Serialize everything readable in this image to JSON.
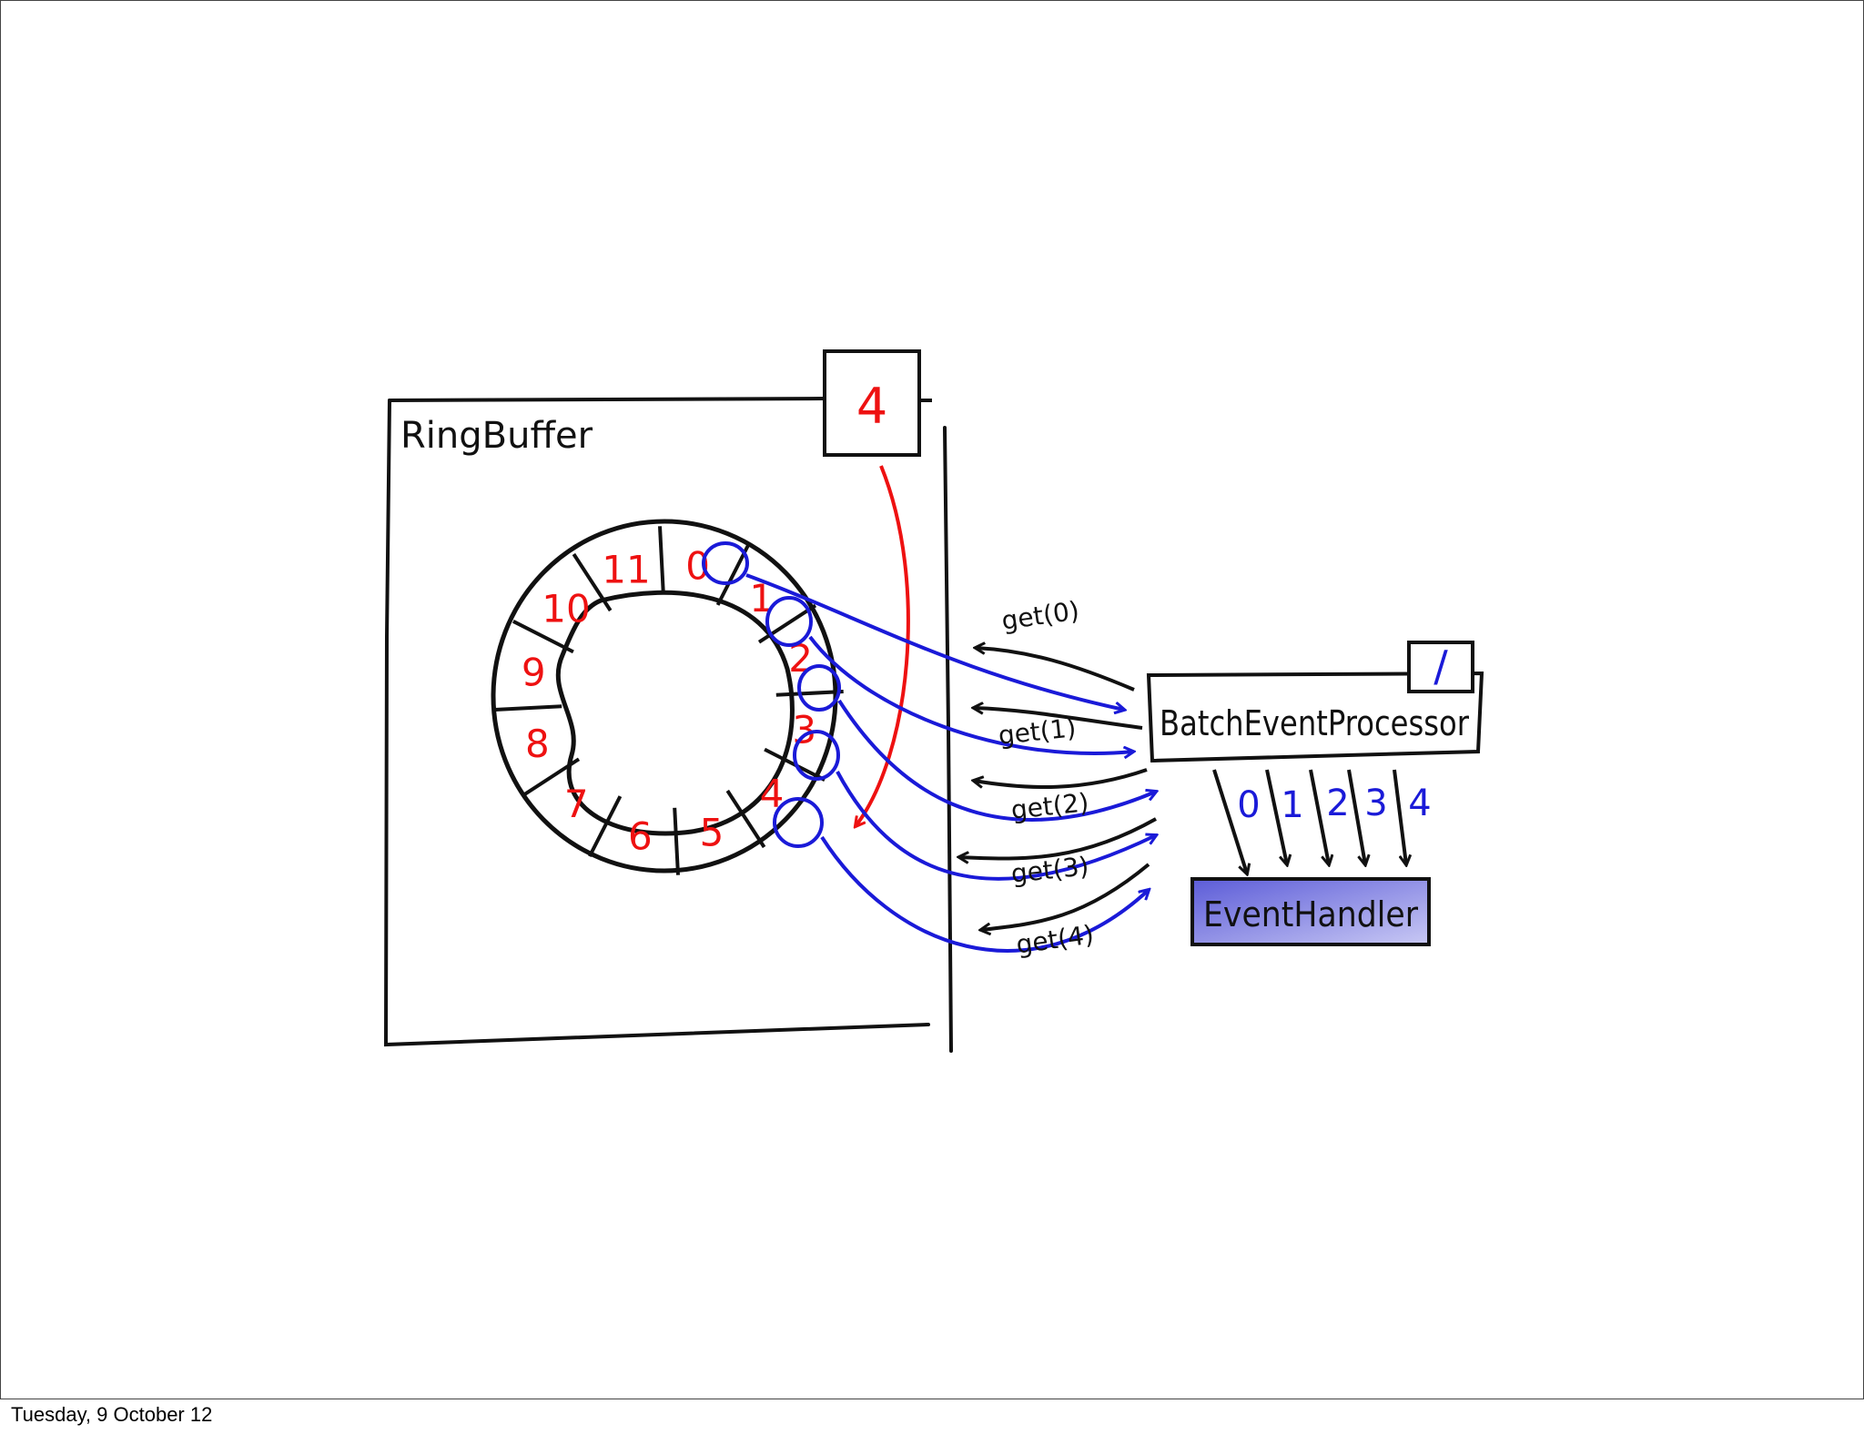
{
  "ring_buffer": {
    "title": "RingBuffer",
    "cursor_value": "4",
    "slots": [
      "0",
      "1",
      "2",
      "3",
      "4",
      "5",
      "6",
      "7",
      "8",
      "9",
      "10",
      "11"
    ]
  },
  "processor": {
    "title": "BatchEventProcessor",
    "sequence_mark": "/"
  },
  "handler": {
    "title": "EventHandler",
    "delivered": [
      "0",
      "1",
      "2",
      "3",
      "4"
    ]
  },
  "calls": [
    "get(0)",
    "get(1)",
    "get(2)",
    "get(3)",
    "get(4)"
  ],
  "colors": {
    "ink": "#111111",
    "published": "#ee1111",
    "consumed": "#1a1ad8",
    "handler_fill": "#8f8fe8"
  },
  "footer": "Tuesday, 9 October 12"
}
